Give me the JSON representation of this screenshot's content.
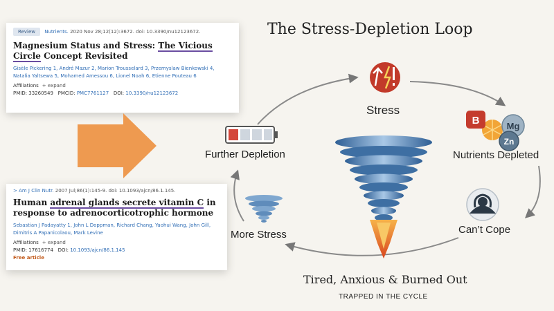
{
  "card1": {
    "badge": "Review",
    "journal": "Nutrients.",
    "citation": "2020 Nov 28;12(12):3672. doi: 10.3390/nu12123672.",
    "title_plain": "Magnesium Status and Stress: ",
    "title_underlined": "The Vicious Circle",
    "title_rest": " Concept Revisited",
    "authors": [
      "Gisèle Pickering 1",
      "André Mazur 2",
      "Marion Trousselard 3",
      "Przemyslaw Bienkowski 4",
      "Natalia Yaltsewa 5",
      "Mohamed Amessou 6",
      "Lionel Noah 6",
      "Etienne Pouteau 6"
    ],
    "affiliations": "Affiliations",
    "expand": "+ expand",
    "pmid": "PMID: 33260549",
    "pmcid_label": "PMCID:",
    "pmcid": "PMC7761127",
    "doi_label": "DOI:",
    "doi": "10.3390/nu12123672"
  },
  "card2": {
    "journal": "> Am J Clin Nutr.",
    "citation": "2007 Jul;86(1):145-9. doi: 10.1093/ajcn/86.1.145.",
    "title_plain": "Human ",
    "title_underlined": "adrenal glands secrete vitamin C",
    "title_rest": " in response to adrenocorticotrophic hormone",
    "authors": [
      "Sebastian J Padayatty 1",
      "John L Doppman",
      "Richard Chang",
      "Yaohui Wang",
      "John Gill",
      "Dimitris A Papanicolaou",
      "Mark Levine"
    ],
    "affiliations": "Affiliations",
    "expand": "+ expand",
    "pmid": "PMID: 17616774",
    "doi_label": "DOI:",
    "doi": "10.1093/ajcn/86.1.145",
    "free": "Free article"
  },
  "diagram": {
    "title": "The Stress-Depletion Loop",
    "nodes": {
      "stress": "Stress",
      "nutrients": "Nutrients Depleted",
      "cant_cope": "Can’t Cope",
      "more_stress": "More Stress",
      "further_depletion": "Further Depletion"
    },
    "icon_labels": {
      "b": "B",
      "mg": "Mg",
      "zn": "Zn"
    },
    "bottom_title": "Tired, Anxious & Burned Out",
    "caption": "TRAPPED IN THE CYCLE"
  },
  "colors": {
    "arrow_orange": "#ee9a50",
    "stress_red": "#c23a2a",
    "tornado_blue": "#4d7fb3",
    "link_blue": "#2f6db5",
    "underline_purple": "#6a4ca0"
  }
}
